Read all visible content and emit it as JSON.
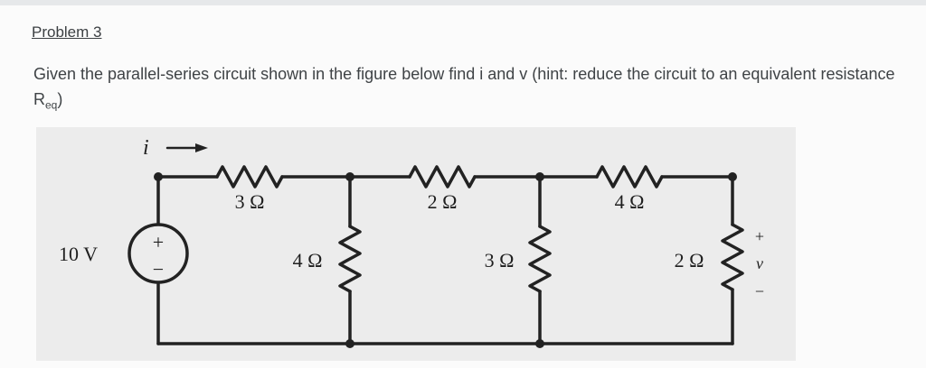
{
  "problem": {
    "title": "Problem 3",
    "statement_main": "Given the parallel-series circuit shown in the figure below find i and v (hint: reduce the circuit to an equivalent resistance R",
    "statement_sub": "eq",
    "statement_end": ")"
  },
  "circuit": {
    "current_label": "i",
    "source": {
      "label": "10 V",
      "plus": "+",
      "minus": "−"
    },
    "resistors": {
      "r1": "3 Ω",
      "r2": "4 Ω",
      "r3": "2 Ω",
      "r4": "3 Ω",
      "r5": "4 Ω",
      "r6": "2 Ω"
    },
    "output": {
      "plus": "+",
      "var": "v",
      "minus": "−"
    }
  }
}
